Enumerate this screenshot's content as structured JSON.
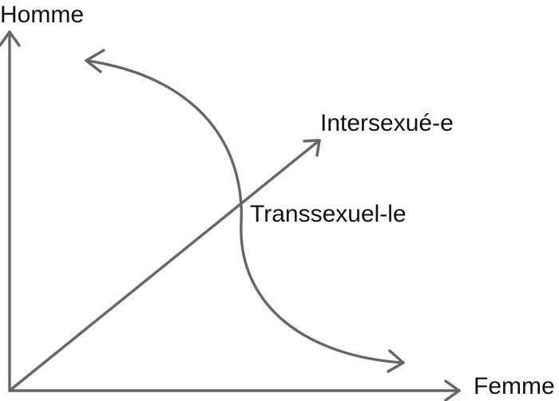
{
  "diagram": {
    "y_axis_label": "Homme",
    "x_axis_label": "Femme",
    "diagonal_label": "Intersexué-e",
    "curve_label": "Transsexuel-le",
    "stroke_color": "#666666",
    "text_color": "#111111"
  }
}
